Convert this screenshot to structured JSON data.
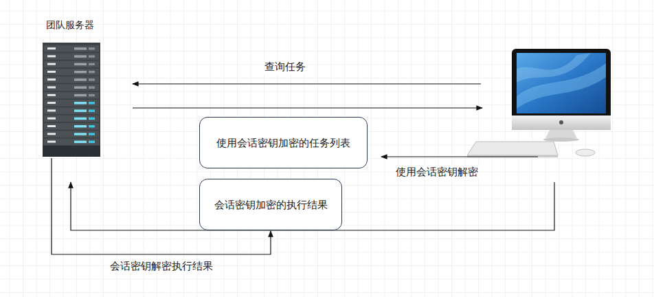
{
  "diagram": {
    "nodes": [
      {
        "text": [
          "团队服务器"
        ]
      },
      {
        "text": [
          "使用会话密钥加密的任务列表"
        ]
      },
      {
        "text": [
          "会话密钥加密的执行结果"
        ]
      }
    ],
    "edges": [
      {
        "from": 0,
        "to": 2,
        "arrow": "to",
        "label": "会话密钥解密执行结果"
      }
    ],
    "labels": [
      "查询任务",
      "使用会话密钥解密"
    ]
  }
}
